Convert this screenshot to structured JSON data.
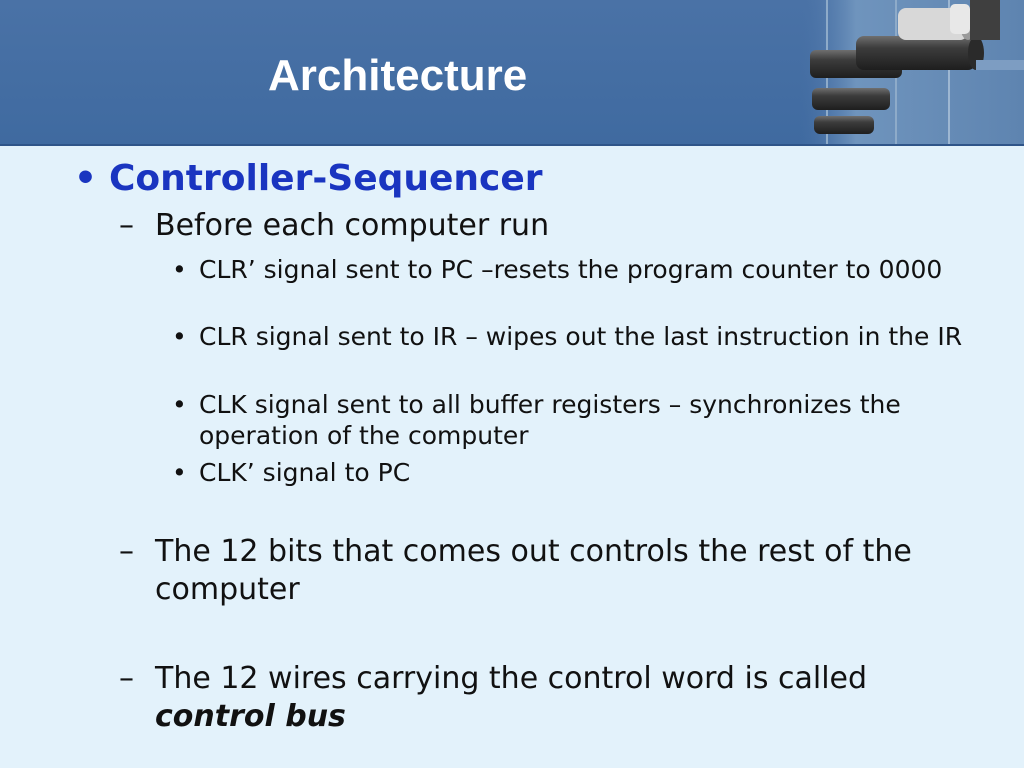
{
  "slide": {
    "title": "Architecture",
    "heading": "Controller-Sequencer",
    "bullet1": {
      "text": "Before each computer run",
      "subitems": [
        "CLR’ signal sent to PC –resets the program counter to 0000",
        "CLR signal sent to IR – wipes out the last instruction in the IR",
        "CLK signal sent to all buffer registers – synchronizes the operation of the computer",
        "CLK’ signal to PC"
      ]
    },
    "bullet2": "The 12 bits that comes out controls the rest of the computer",
    "bullet3_prefix": "The 12 wires carrying the control word is called",
    "bullet3_emphasis": "control bus"
  },
  "symbols": {
    "bullet": "•",
    "dash": "–"
  },
  "colors": {
    "header": "#4470a5",
    "background": "#e3f2fb",
    "heading": "#1a35c0",
    "title": "#ffffff"
  }
}
